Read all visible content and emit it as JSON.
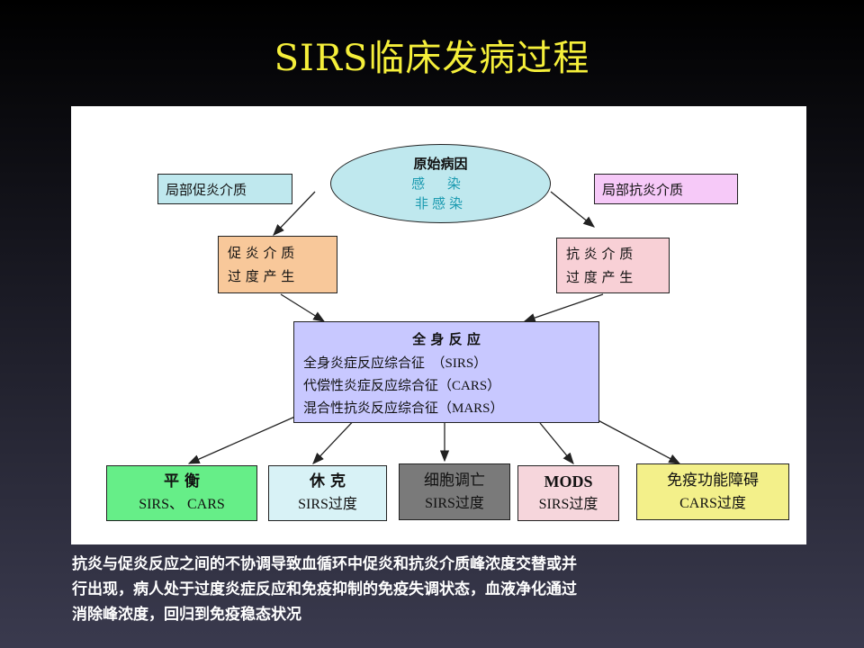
{
  "slide": {
    "title": "SIRS临床发病过程",
    "caption_lines": [
      "抗炎与促炎反应之间的不协调导致血循环中促炎和抗炎介质峰浓度交替或并",
      "行出现，病人处于过度炎症反应和免疫抑制的免疫失调状态，血液净化通过",
      "消除峰浓度，回归到免疫稳态状况"
    ]
  },
  "diagram": {
    "cause": {
      "line1": "原始病因",
      "line2": "感 染",
      "line3": "非感染"
    },
    "left_mediator": "局部促炎介质",
    "right_mediator": "局部抗炎介质",
    "pro_excess": {
      "line1": "促 炎 介 质",
      "line2": "过 度 产 生"
    },
    "anti_excess": {
      "line1": "抗 炎 介 质",
      "line2": "过 度 产 生"
    },
    "systemic": {
      "heading": "全 身 反 应",
      "lines": [
        "全身炎症反应综合征  （SIRS）",
        "代偿性炎症反应综合征（CARS）",
        "混合性抗炎反应综合征（MARS）"
      ]
    },
    "outcomes": [
      {
        "title": "平 衡",
        "sub": "SIRS、 CARS",
        "color": "#66ee88"
      },
      {
        "title": "休 克",
        "sub": "SIRS过度",
        "color": "#d8f2f6"
      },
      {
        "title": "细胞调亡",
        "sub": "SIRS过度",
        "color": "#7a7a7a"
      },
      {
        "title": "MODS",
        "sub": "SIRS过度",
        "color": "#f6d6dc"
      },
      {
        "title": "免疫功能障碍",
        "sub": "CARS过度",
        "color": "#f3f08a"
      }
    ]
  }
}
